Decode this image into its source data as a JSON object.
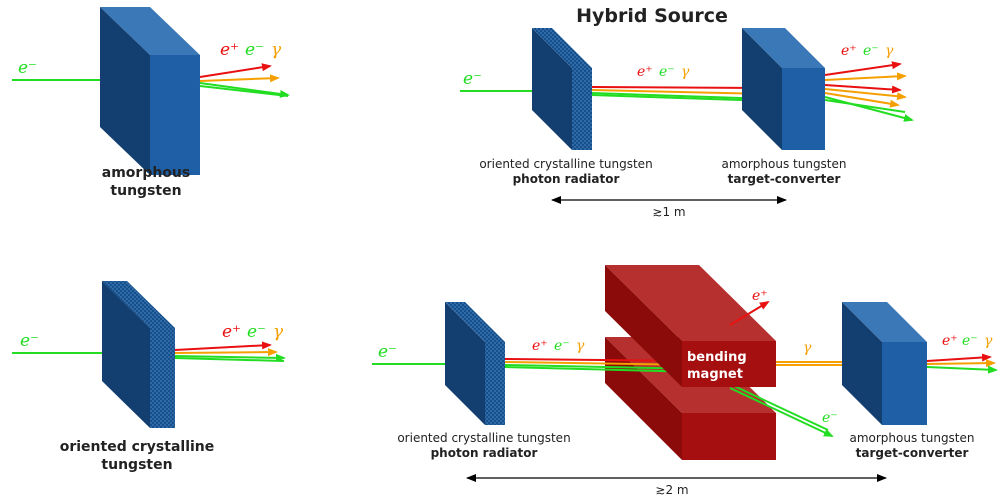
{
  "title": "Hybrid Source",
  "symbols": {
    "electron": "e⁻",
    "positron": "e⁺",
    "gamma": "γ"
  },
  "panel_amorphous": {
    "material_line1": "amorphous",
    "material_line2": "tungsten"
  },
  "panel_crystal": {
    "material_line1": "oriented crystalline",
    "material_line2": "tungsten"
  },
  "panel_hybrid": {
    "radiator_line1": "oriented crystalline tungsten",
    "radiator_line2": "photon radiator",
    "converter_line1": "amorphous tungsten",
    "converter_line2": "target-converter",
    "distance": "≳1 m"
  },
  "panel_magnet": {
    "radiator_line1": "oriented crystalline tungsten",
    "radiator_line2": "photon radiator",
    "magnet_line1": "bending",
    "magnet_line2": "magnet",
    "converter_line1": "amorphous tungsten",
    "converter_line2": "target-converter",
    "distance": "≳2 m"
  },
  "colors": {
    "electron": "#22dd22",
    "positron": "#e81010",
    "gamma": "#f5a000",
    "tungsten_front": "#1f5fa6",
    "tungsten_side": "#123e70",
    "tungsten_top": "#3a78b8",
    "magnet_front": "#a50f0f",
    "magnet_top": "#b73030"
  }
}
